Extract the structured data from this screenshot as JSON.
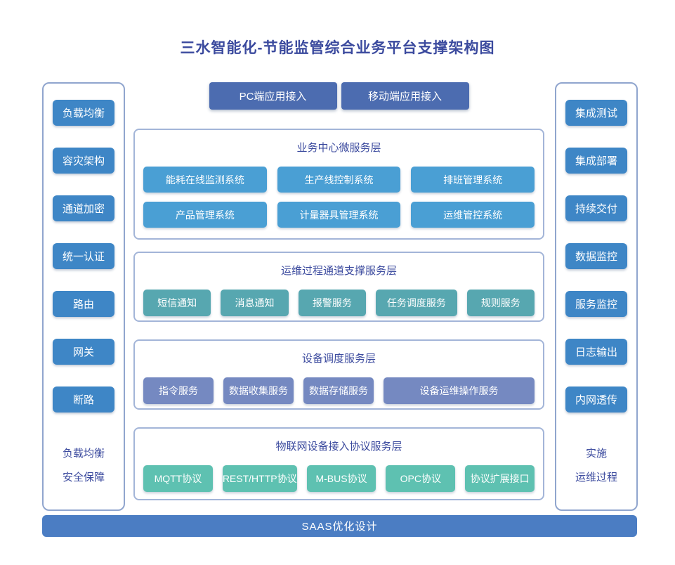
{
  "title": "三水智能化-节能监管综合业务平台支撑架构图",
  "colors": {
    "title": "#3b4a9e",
    "section_title": "#3b4a9e",
    "footer_text": "#3b4a9e",
    "sidebar_button": "#3e86c6",
    "top_button": "#4c6cb0",
    "bottom_bar": "#4b7dc3"
  },
  "top_buttons": [
    "PC端应用接入",
    "移动端应用接入"
  ],
  "left_sidebar": {
    "items": [
      "负载均衡",
      "容灾架构",
      "通道加密",
      "统一认证",
      "路由",
      "网关",
      "断路"
    ],
    "footer_lines": [
      "负载均衡",
      "安全保障"
    ]
  },
  "right_sidebar": {
    "items": [
      "集成测试",
      "集成部署",
      "持续交付",
      "数据监控",
      "服务监控",
      "日志输出",
      "内网透传"
    ],
    "footer_lines": [
      "实施",
      "运维过程"
    ]
  },
  "layers": [
    {
      "title": "业务中心微服务层",
      "color": "#4a9fd4",
      "items": [
        "能耗在线监测系统",
        "生产线控制系统",
        "排班管理系统",
        "产品管理系统",
        "计量器具管理系统",
        "运维管控系统"
      ]
    },
    {
      "title": "运维过程通道支撑服务层",
      "color": "#57a7b0",
      "items": [
        "短信通知",
        "消息通知",
        "报警服务",
        "任务调度服务",
        "规则服务"
      ]
    },
    {
      "title": "设备调度服务层",
      "color": "#7589c1",
      "items": [
        "指令服务",
        "数据收集服务",
        "数据存储服务",
        "设备运维操作服务"
      ]
    },
    {
      "title": "物联网设备接入协议服务层",
      "color": "#5ec1b1",
      "items": [
        "MQTT协议",
        "REST/HTTP协议",
        "M-BUS协议",
        "OPC协议",
        "协议扩展接口"
      ]
    }
  ],
  "bottom_bar": "SAAS优化设计"
}
